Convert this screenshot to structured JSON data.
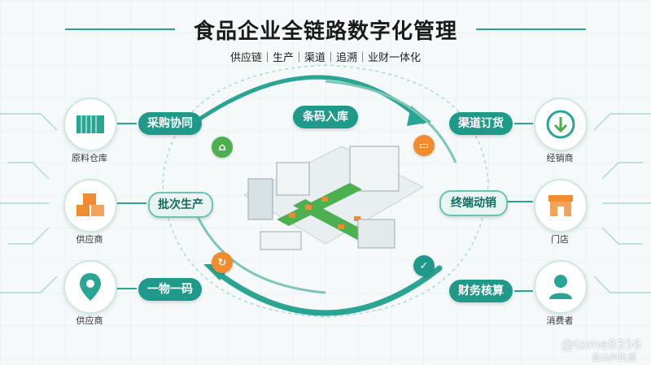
{
  "title": "食品企业全链路数字化管理",
  "subtitle": "供应链｜生产｜渠道｜追溯｜业财一体化",
  "left_nodes": [
    {
      "label": "原料仓库",
      "icon": "container-icon"
    },
    {
      "label": "供应商",
      "icon": "boxes-icon"
    },
    {
      "label": "供应商",
      "icon": "location-pin-icon"
    }
  ],
  "right_nodes": [
    {
      "label": "经销商",
      "icon": "download-icon"
    },
    {
      "label": "门店",
      "icon": "storefront-icon"
    },
    {
      "label": "消费者",
      "icon": "person-icon"
    }
  ],
  "left_steps": [
    "采购协同",
    "批次生产",
    "一物一码"
  ],
  "right_steps": [
    "渠道订货",
    "终端动销",
    "财务核算"
  ],
  "top_step": "条码入库",
  "watermark": "@tome8356",
  "watermark_sub": "金山AI生成",
  "colors": {
    "teal": "#1f9a8a",
    "green": "#4caf50",
    "orange": "#f28a2e"
  }
}
